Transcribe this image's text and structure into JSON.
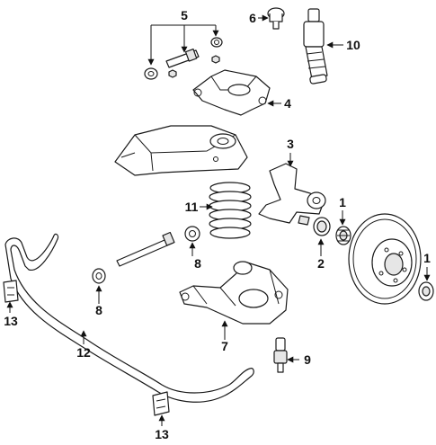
{
  "diagram": {
    "callouts": [
      {
        "id": "1a",
        "label": "1"
      },
      {
        "id": "1b",
        "label": "1"
      },
      {
        "id": "2",
        "label": "2"
      },
      {
        "id": "3",
        "label": "3"
      },
      {
        "id": "4",
        "label": "4"
      },
      {
        "id": "5",
        "label": "5"
      },
      {
        "id": "6",
        "label": "6"
      },
      {
        "id": "7",
        "label": "7"
      },
      {
        "id": "8a",
        "label": "8"
      },
      {
        "id": "8b",
        "label": "8"
      },
      {
        "id": "9",
        "label": "9"
      },
      {
        "id": "10",
        "label": "10"
      },
      {
        "id": "11",
        "label": "11"
      },
      {
        "id": "12",
        "label": "12"
      },
      {
        "id": "13a",
        "label": "13"
      },
      {
        "id": "13b",
        "label": "13"
      }
    ]
  }
}
